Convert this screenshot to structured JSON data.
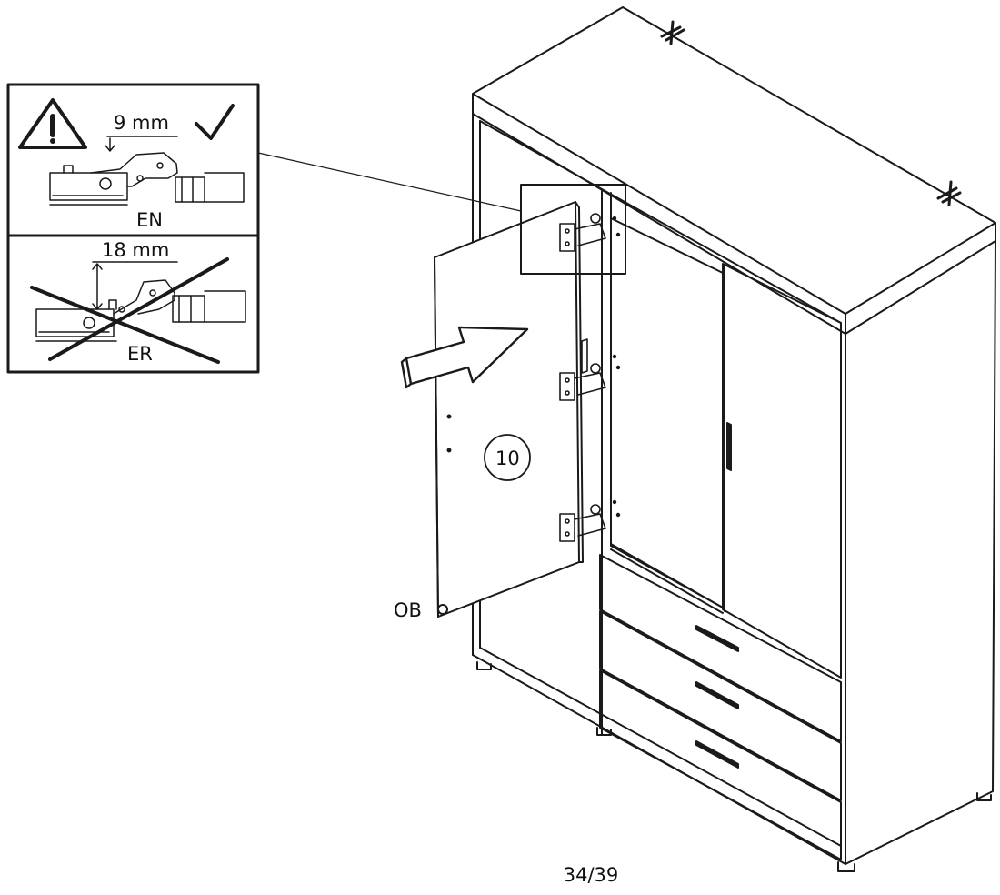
{
  "figure": {
    "subject": "wardrobe door hinge assembly",
    "line_color": "#1a1a1a",
    "background": "#ffffff"
  },
  "detail_panel": {
    "correct": {
      "dimension": "9 mm",
      "code": "EN",
      "status_icon": "check-icon"
    },
    "incorrect": {
      "dimension": "18 mm",
      "code": "ER",
      "status_icon": "cross-out-icon"
    },
    "warning_icon": "warning-triangle-icon"
  },
  "labels": {
    "part_number": "10",
    "corner_mark": "OB"
  },
  "page_number": "34/39"
}
